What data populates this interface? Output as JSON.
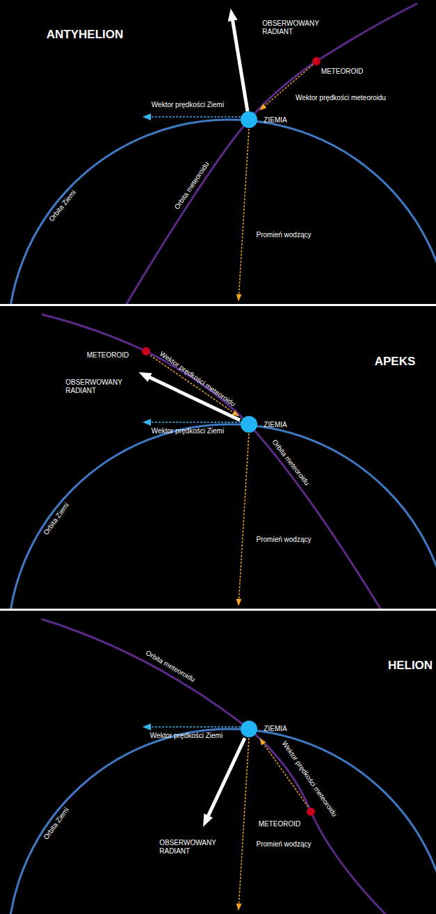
{
  "diagram": {
    "labels": [
      "ANTYHELION",
      "OBSERWOWANY RADIANT",
      "METEOROID",
      "Wektor prędkości meteoroidu",
      "Wektor prędkości Ziemi",
      "ZIEMIA",
      "Orbita Ziemi",
      "Orbita meteoroidu",
      "Promień wodzący",
      "METEOROID",
      "Wektor prędkości meteoroidu",
      "APEKS",
      "OBSERWOWANY RADIANT",
      "ZIEMIA",
      "Wektor prędkości Ziemi",
      "Orbita Ziemi",
      "Orbita meteoroidu",
      "Promień wodzący",
      "Orbita meteoroidu",
      "HELION",
      "ZIEMIA",
      "Wektor prędkości Ziemi",
      "METEOROID",
      "Wektor prędkości meteoroidu",
      "Orbita Ziemi",
      "OBSERWOWANY RADIANT",
      "Promień wodzący"
    ]
  }
}
